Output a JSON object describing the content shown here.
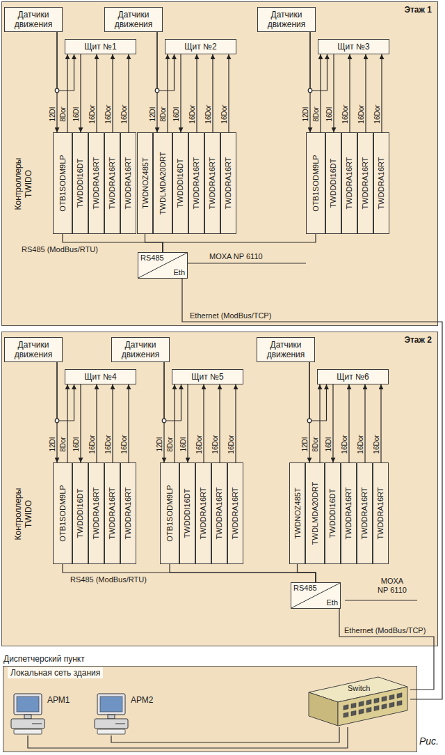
{
  "diagram": {
    "nodes": [
      {
        "text": [
          "Этаж 1"
        ]
      },
      {
        "text": [
          "Датчики движения"
        ],
        "in": 0
      },
      {
        "text": [
          "Щит №1"
        ],
        "in": 0
      },
      {
        "text": [
          "OTB1SODM9LP"
        ],
        "in": 0
      },
      {
        "text": [
          "TWDDDI16DT"
        ],
        "in": 0
      },
      {
        "text": [
          "TWDDRA16RT"
        ],
        "in": 0
      },
      {
        "text": [
          "TWDDRA16RT"
        ],
        "in": 0
      },
      {
        "text": [
          "TWDDRA16RT"
        ],
        "in": 0
      },
      {
        "text": [
          "Датчики движения"
        ],
        "in": 0
      },
      {
        "text": [
          "Щит №2"
        ],
        "in": 0
      },
      {
        "text": [
          "TWDNOZ485T"
        ],
        "in": 0
      },
      {
        "text": [
          "TWDLMDA20DRT"
        ],
        "in": 0
      },
      {
        "text": [
          "TWDDDI16DT"
        ],
        "in": 0
      },
      {
        "text": [
          "TWDDRA16RT"
        ],
        "in": 0
      },
      {
        "text": [
          "TWDDRA16RT"
        ],
        "in": 0
      },
      {
        "text": [
          "TWDDRA16RT"
        ],
        "in": 0
      },
      {
        "text": [
          "Датчики движения"
        ],
        "in": 0
      },
      {
        "text": [
          "Щит №3"
        ],
        "in": 0
      },
      {
        "text": [
          "OTB1SODM9LP"
        ],
        "in": 0
      },
      {
        "text": [
          "TWDDDI16DT"
        ],
        "in": 0
      },
      {
        "text": [
          "TWDDRA16RT"
        ],
        "in": 0
      },
      {
        "text": [
          "TWDDRA16RT"
        ],
        "in": 0
      },
      {
        "text": [
          "TWDDRA16RT"
        ],
        "in": 0
      },
      {
        "text": [
          "RS485",
          "Eth"
        ],
        "in": 0
      },
      {
        "text": [
          "Этаж 2"
        ]
      },
      {
        "text": [
          "Датчики движения"
        ],
        "in": 24
      },
      {
        "text": [
          "Щит №4"
        ],
        "in": 24
      },
      {
        "text": [
          "OTB1SODM9LP"
        ],
        "in": 24
      },
      {
        "text": [
          "TWDDDI16DT"
        ],
        "in": 24
      },
      {
        "text": [
          "TWDDRA16RT"
        ],
        "in": 24
      },
      {
        "text": [
          "TWDDRA16RT"
        ],
        "in": 24
      },
      {
        "text": [
          "TWDDRA16RT"
        ],
        "in": 24
      },
      {
        "text": [
          "Датчики движения"
        ],
        "in": 24
      },
      {
        "text": [
          "Щит №5"
        ],
        "in": 24
      },
      {
        "text": [
          "OTB1SODM9LP"
        ],
        "in": 24
      },
      {
        "text": [
          "TWDDDI16DT"
        ],
        "in": 24
      },
      {
        "text": [
          "TWDDRA16RT"
        ],
        "in": 24
      },
      {
        "text": [
          "TWDDRA16RT"
        ],
        "in": 24
      },
      {
        "text": [
          "TWDDRA16RT"
        ],
        "in": 24
      },
      {
        "text": [
          "Датчики движения"
        ],
        "in": 24
      },
      {
        "text": [
          "Щит №6"
        ],
        "in": 24
      },
      {
        "text": [
          "TWDNOZ485T"
        ],
        "in": 24
      },
      {
        "text": [
          "TWDLMDA20DRT"
        ],
        "in": 24
      },
      {
        "text": [
          "TWDDDI16DT"
        ],
        "in": 24
      },
      {
        "text": [
          "TWDDRA16RT"
        ],
        "in": 24
      },
      {
        "text": [
          "TWDDRA16RT"
        ],
        "in": 24
      },
      {
        "text": [
          "TWDDRA16RT"
        ],
        "in": 24
      },
      {
        "text": [
          "RS485",
          "Eth"
        ],
        "in": 24
      },
      {
        "text": [
          "Диспетчерский пункт",
          "Локальная сеть здания"
        ]
      },
      {
        "text": [
          "АРМ1"
        ],
        "in": 48
      },
      {
        "text": [
          "АРМ2"
        ],
        "in": 48
      },
      {
        "text": [
          "Switch"
        ],
        "in": 48
      }
    ],
    "edges": [
      {
        "from": 1,
        "to": 3,
        "label": "12DI",
        "arrow": "to"
      },
      {
        "from": 1,
        "to": 2,
        "arrow": "to"
      },
      {
        "from": 3,
        "to": 2,
        "label": "8Dor",
        "arrow": "to"
      },
      {
        "from": 2,
        "to": 4,
        "label": "16DI",
        "arrow": "to"
      },
      {
        "from": 5,
        "to": 2,
        "label": "16Dor",
        "arrow": "to"
      },
      {
        "from": 6,
        "to": 2,
        "label": "16Dor",
        "arrow": "to"
      },
      {
        "from": 7,
        "to": 2,
        "label": "16Dor",
        "arrow": "to"
      },
      {
        "from": 8,
        "to": 11,
        "label": "12DI",
        "arrow": "to"
      },
      {
        "from": 8,
        "to": 9,
        "arrow": "to"
      },
      {
        "from": 11,
        "to": 9,
        "label": "8Dor",
        "arrow": "to"
      },
      {
        "from": 9,
        "to": 12,
        "label": "16DI",
        "arrow": "to"
      },
      {
        "from": 13,
        "to": 9,
        "label": "16Dor",
        "arrow": "to"
      },
      {
        "from": 14,
        "to": 9,
        "label": "16Dor",
        "arrow": "to"
      },
      {
        "from": 15,
        "to": 9,
        "label": "16Dor",
        "arrow": "to"
      },
      {
        "from": 16,
        "to": 18,
        "label": "12DI",
        "arrow": "to"
      },
      {
        "from": 16,
        "to": 17,
        "arrow": "to"
      },
      {
        "from": 18,
        "to": 17,
        "label": "8Dor",
        "arrow": "to"
      },
      {
        "from": 17,
        "to": 19,
        "label": "16DI",
        "arrow": "to"
      },
      {
        "from": 20,
        "to": 17,
        "label": "16Dor",
        "arrow": "to"
      },
      {
        "from": 21,
        "to": 17,
        "label": "16Dor",
        "arrow": "to"
      },
      {
        "from": 22,
        "to": 17,
        "label": "16Dor",
        "arrow": "to"
      },
      {
        "from": 3,
        "to": 23,
        "label": "RS485 (ModBus/RTU)",
        "arrow": "none"
      },
      {
        "from": 10,
        "to": 23,
        "arrow": "none"
      },
      {
        "from": 18,
        "to": 23,
        "arrow": "none"
      },
      {
        "from": 23,
        "to": 51,
        "label": "Ethernet (ModBus/TCP)",
        "arrow": "none"
      },
      {
        "from": 25,
        "to": 27,
        "label": "12DI",
        "arrow": "to"
      },
      {
        "from": 25,
        "to": 26,
        "arrow": "to"
      },
      {
        "from": 27,
        "to": 26,
        "label": "8Dor",
        "arrow": "to"
      },
      {
        "from": 26,
        "to": 28,
        "label": "16DI",
        "arrow": "to"
      },
      {
        "from": 29,
        "to": 26,
        "label": "16Dor",
        "arrow": "to"
      },
      {
        "from": 30,
        "to": 26,
        "label": "16Dor",
        "arrow": "to"
      },
      {
        "from": 31,
        "to": 26,
        "label": "16Dor",
        "arrow": "to"
      },
      {
        "from": 32,
        "to": 34,
        "label": "12DI",
        "arrow": "to"
      },
      {
        "from": 32,
        "to": 33,
        "arrow": "to"
      },
      {
        "from": 34,
        "to": 33,
        "label": "8Dor",
        "arrow": "to"
      },
      {
        "from": 33,
        "to": 35,
        "label": "16DI",
        "arrow": "to"
      },
      {
        "from": 36,
        "to": 33,
        "label": "16Dor",
        "arrow": "to"
      },
      {
        "from": 37,
        "to": 33,
        "label": "16Dor",
        "arrow": "to"
      },
      {
        "from": 38,
        "to": 33,
        "label": "16Dor",
        "arrow": "to"
      },
      {
        "from": 39,
        "to": 42,
        "label": "12DI",
        "arrow": "to"
      },
      {
        "from": 39,
        "to": 40,
        "arrow": "to"
      },
      {
        "from": 42,
        "to": 40,
        "label": "8Dor",
        "arrow": "to"
      },
      {
        "from": 40,
        "to": 43,
        "label": "16DI",
        "arrow": "to"
      },
      {
        "from": 44,
        "to": 40,
        "label": "16Dor",
        "arrow": "to"
      },
      {
        "from": 45,
        "to": 40,
        "label": "16Dor",
        "arrow": "to"
      },
      {
        "from": 46,
        "to": 40,
        "label": "16Dor",
        "arrow": "to"
      },
      {
        "from": 27,
        "to": 47,
        "label": "RS485 (ModBus/RTU)",
        "arrow": "none"
      },
      {
        "from": 34,
        "to": 47,
        "arrow": "none"
      },
      {
        "from": 41,
        "to": 47,
        "arrow": "none"
      },
      {
        "from": 47,
        "to": 51,
        "label": "Ethernet (ModBus/TCP)",
        "arrow": "none"
      },
      {
        "from": 49,
        "to": 51,
        "arrow": "none"
      },
      {
        "from": 50,
        "to": 51,
        "arrow": "none"
      }
    ],
    "labels": [
      "Контроллеры TWIDO",
      "MOXA NP 6110",
      "Контроллеры TWIDO",
      "MOXA NP 6110",
      "Рис."
    ]
  }
}
